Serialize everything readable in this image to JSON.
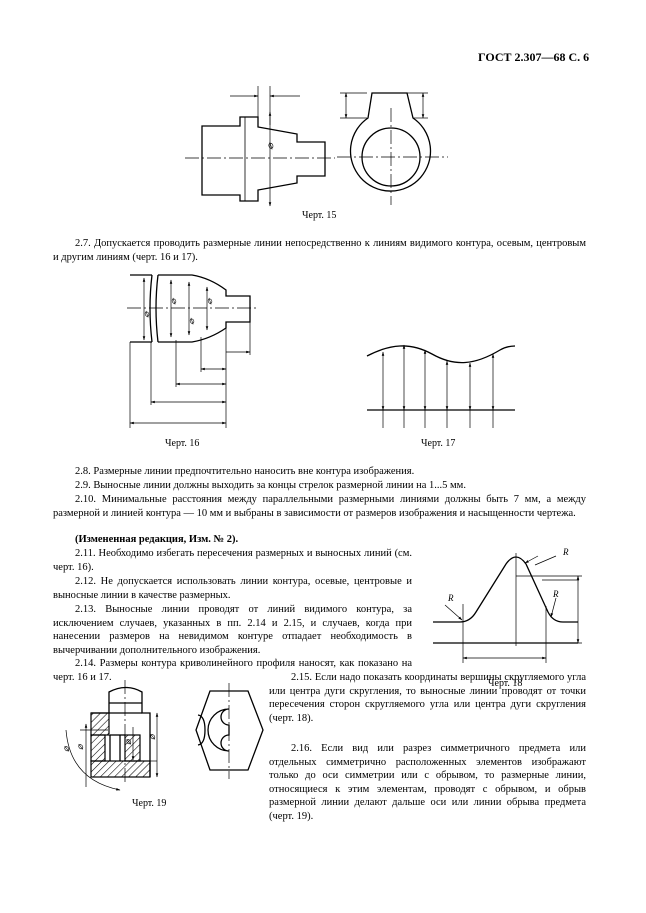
{
  "header": {
    "title": "ГОСТ 2.307—68 С. 6"
  },
  "symbols": {
    "diameter": "⌀",
    "radius": "R"
  },
  "captions": {
    "fig15": "Черт. 15",
    "fig16": "Черт. 16",
    "fig17": "Черт. 17",
    "fig18": "Черт. 18",
    "fig19": "Черт. 19"
  },
  "paragraphs": {
    "p2_7": "2.7. Допускается проводить размерные линии непосредственно к линиям видимого контура, осевым, центровым и другим линиям (черт. 16 и 17).",
    "p2_8": "2.8. Размерные линии предпочтительно наносить вне контура изображения.",
    "p2_9": "2.9. Выносные линии должны выходить за концы стрелок размерной линии на 1...5 мм.",
    "p2_10": "2.10. Минимальные расстояния между параллельными размерными линиями должны быть 7 мм, а между размерной и линией контура — 10 мм и выбраны в зависимости от размеров изображения и насыщенности чертежа.",
    "edition": "(Измененная редакция, Изм. № 2).",
    "p2_11": "2.11. Необходимо избегать пересечения размерных и выносных линий (см. черт. 16).",
    "p2_12": "2.12. Не допускается использовать линии контура, осевые, центровые и выносные линии в качестве размерных.",
    "p2_13": "2.13. Выносные линии проводят от линий видимого контура, за исключением случаев, указанных в пп. 2.14 и 2.15, и случаев, когда при нанесении размеров на невидимом контуре отпадает необходимость в вычерчивании дополнительного изображения.",
    "p2_14": "2.14. Размеры контура криволинейного профиля наносят, как показано на черт. 16 и 17.",
    "p2_15": "2.15. Если надо показать координаты вершины скругляемого угла или центра дуги скругления, то выносные линии проводят от точки пересечения сторон скругляемого угла или центра дуги скругления (черт. 18).",
    "p2_16": "2.16. Если вид или разрез симметричного предмета или отдельных симметрично расположенных элементов изображают только до оси симметрии или с обрывом, то размерные линии, относящиеся к этим элементам, проводят с обрывом, и обрыв размерной линии делают дальше оси или линии обрыва предмета (черт. 19)."
  }
}
